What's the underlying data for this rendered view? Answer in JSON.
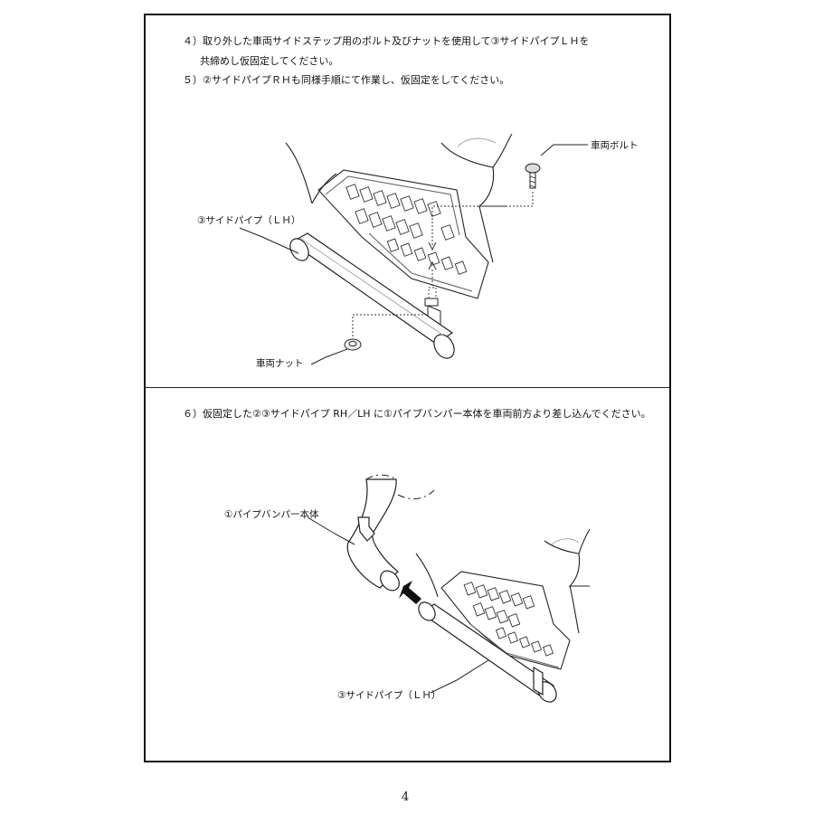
{
  "section1": {
    "step4_line1": "４）取り外した車両サイドステップ用のボルト及びナットを使用して③サイドパイプＬＨを",
    "step4_line2": "共締めし仮固定してください。",
    "step5": "５）②サイドパイプＲＨも同様手順にて作業し、仮固定をしてください。"
  },
  "figure1": {
    "bolt_label": "車両ボルト",
    "side_pipe_label": "③サイドパイプ（ＬＨ）",
    "nut_label": "車両ナット"
  },
  "section2": {
    "step6": "６）仮固定した②③サイドパイプ RH／LH に①パイプバンパー本体を車両前方より差し込んでください。"
  },
  "figure2": {
    "bumper_label": "①パイプバンパー本体",
    "side_pipe_label": "③サイドパイプ（ＬＨ）"
  },
  "page_number": "4"
}
